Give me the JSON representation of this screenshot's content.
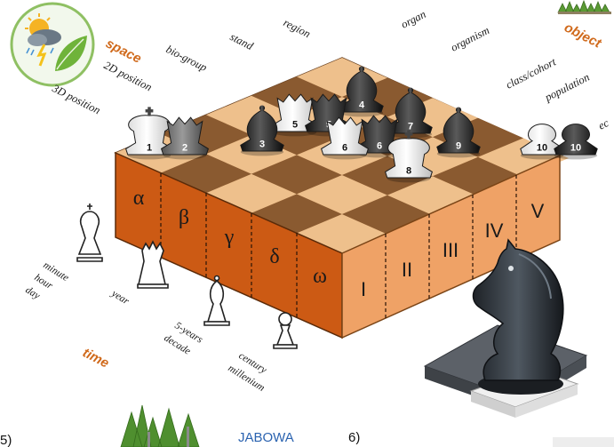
{
  "labels": {
    "space_title": "space",
    "object_title": "object",
    "time_title": "time",
    "space_scales": [
      "3D position",
      "2D position",
      "bio-group",
      "stand",
      "region"
    ],
    "object_scales": [
      "organ",
      "organism",
      "class/cohort",
      "population",
      "ec"
    ],
    "time_scales": [
      "minute",
      "hour",
      "day",
      "year",
      "5-years",
      "decade",
      "century",
      "millenium"
    ]
  },
  "board": {
    "left_face": [
      "α",
      "β",
      "γ",
      "δ",
      "ω"
    ],
    "right_face": [
      "I",
      "II",
      "III",
      "IV",
      "V"
    ]
  },
  "pieces": [
    "1",
    "2",
    "3",
    "4",
    "5",
    "5",
    "6",
    "6",
    "7",
    "8",
    "9",
    "10",
    "10"
  ],
  "bottom": {
    "left_number": "5)",
    "model_name": "JABOWA",
    "right_number": "6)"
  },
  "colors": {
    "orange_face": "#cc5a14",
    "orange_face_light": "#efa266",
    "title_orange": "#d06a1c",
    "link_blue": "#2b63b0"
  },
  "icons": [
    "weather-leaf-logo-icon",
    "forest-icon",
    "chess-knight-icon"
  ]
}
